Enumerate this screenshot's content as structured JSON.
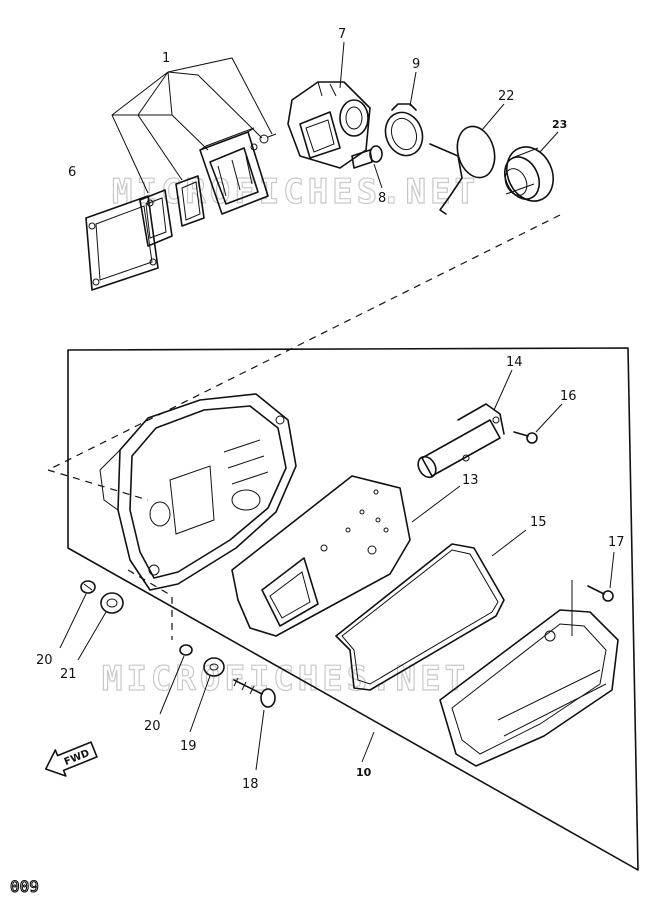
{
  "watermark": "MICROFICHES.NET",
  "fwd_label": "FWD",
  "page_number": "009",
  "callouts": {
    "c1": "1",
    "c6": "6",
    "c7": "7",
    "c8": "8",
    "c9": "9",
    "c22": "22",
    "c23": "23",
    "c14": "14",
    "c16": "16",
    "c13": "13",
    "c15": "15",
    "c17": "17",
    "c20": "20",
    "c21": "21",
    "c20b": "20",
    "c19": "19",
    "c18": "18",
    "c10": "10"
  }
}
